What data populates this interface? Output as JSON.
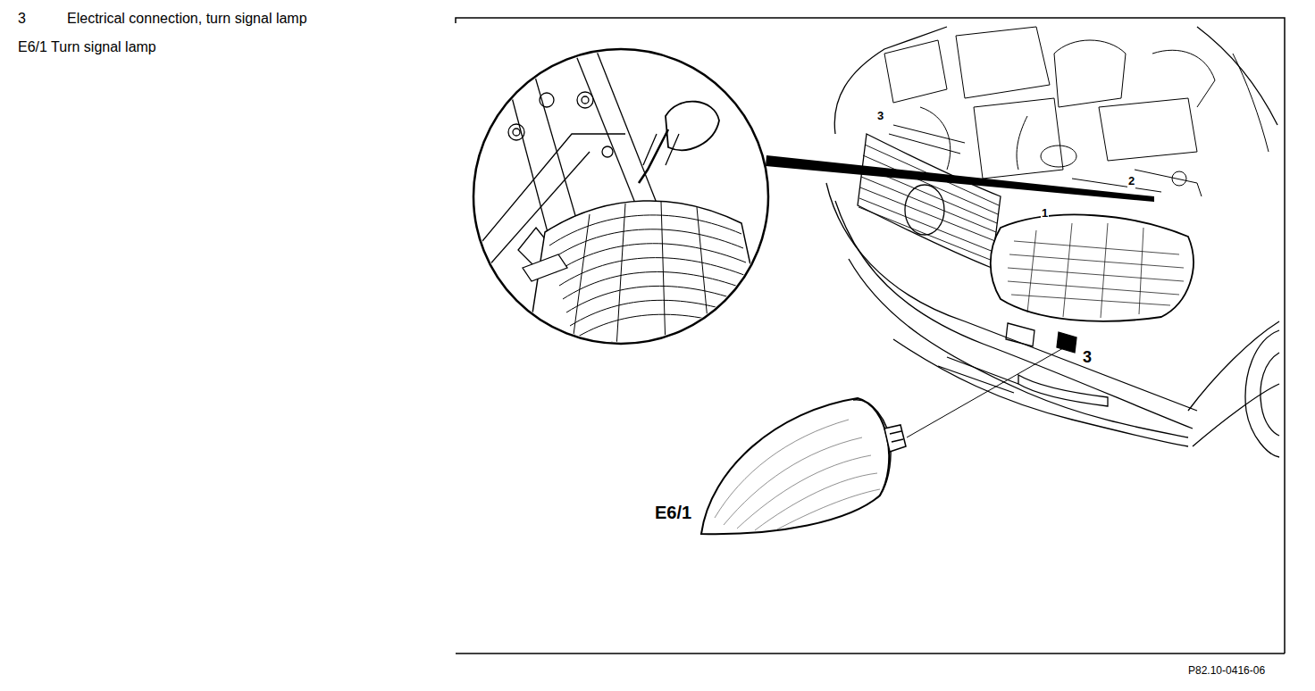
{
  "diagram": {
    "labels": [
      "3",
      "Electrical connection, turn signal lamp",
      "E6/1 Turn signal lamp",
      "E6/1",
      "3",
      "P82.10-0416-06",
      "3",
      "1",
      "2"
    ]
  }
}
